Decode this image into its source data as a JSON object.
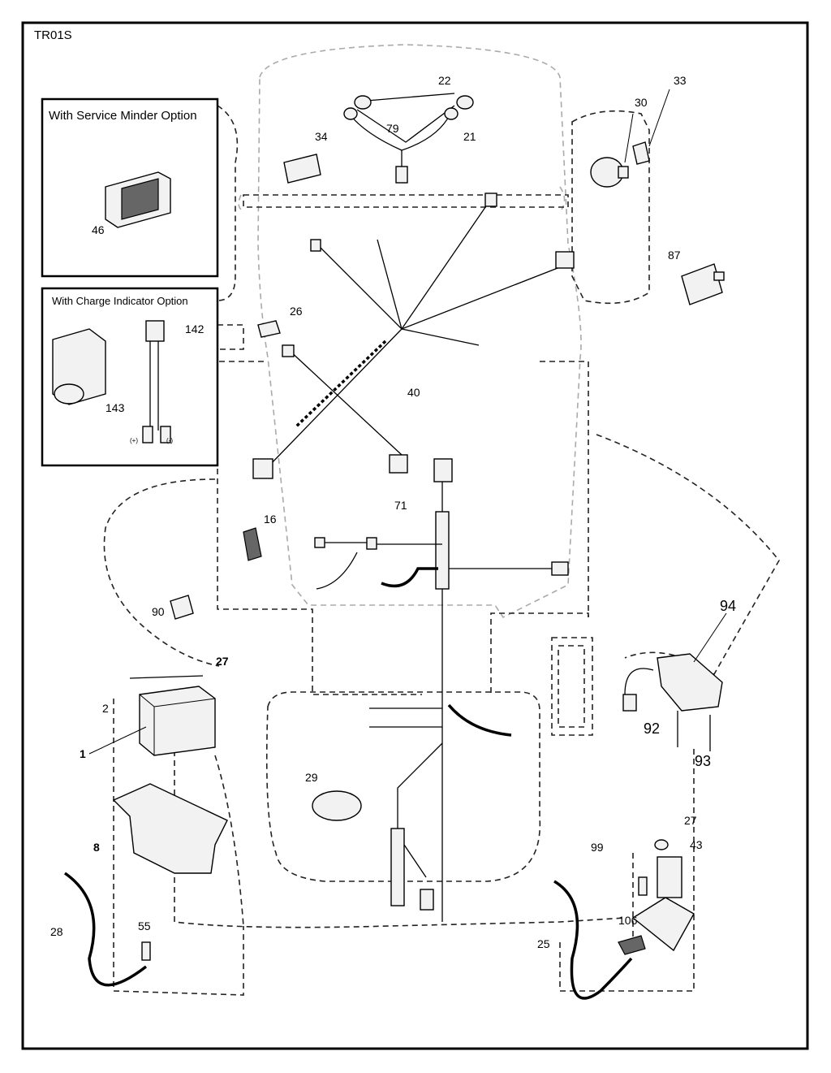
{
  "diagram_code": "TR01S",
  "options": {
    "service_minder": "With Service Minder Option",
    "charge_indicator": "With Charge Indicator Option"
  },
  "polarity": {
    "plus": "(+)",
    "minus": "(-)"
  },
  "parts": {
    "p1": "1",
    "p2": "2",
    "p8": "8",
    "p16": "16",
    "p21": "21",
    "p22": "22",
    "p25": "25",
    "p26": "26",
    "p27a": "27",
    "p27b": "27",
    "p28": "28",
    "p29": "29",
    "p30": "30",
    "p33": "33",
    "p34": "34",
    "p40": "40",
    "p43": "43",
    "p46": "46",
    "p55": "55",
    "p71": "71",
    "p79": "79",
    "p87": "87",
    "p90": "90",
    "p92": "92",
    "p93": "93",
    "p94": "94",
    "p99": "99",
    "p106": "106",
    "p142": "142",
    "p143": "143"
  }
}
